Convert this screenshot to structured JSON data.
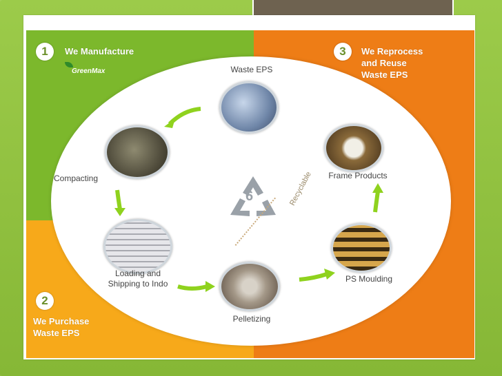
{
  "slide": {
    "step1": {
      "number": "1",
      "text": "We Manufacture",
      "brand": "GreenMax"
    },
    "step2": {
      "number": "2",
      "text_line1": "We Purchase",
      "text_line2": "Waste EPS"
    },
    "step3": {
      "number": "3",
      "text_line1": "We Reprocess",
      "text_line2": "and Reuse",
      "text_line3": "Waste EPS"
    }
  },
  "cycle": {
    "waste_eps": "Waste EPS",
    "compacting": "Compacting",
    "loading_line1": "Loading and",
    "loading_line2": "Shipping to Indo",
    "pelletizing": "Pelletizing",
    "ps_moulding": "PS Moulding",
    "frame_products": "Frame Products",
    "recycle_number": "6",
    "recyclable": "Recyclable"
  },
  "colors": {
    "green": "#7cb82c",
    "orange": "#ee7d16",
    "yellow": "#f7a91a",
    "arrow": "#8fd21e"
  }
}
